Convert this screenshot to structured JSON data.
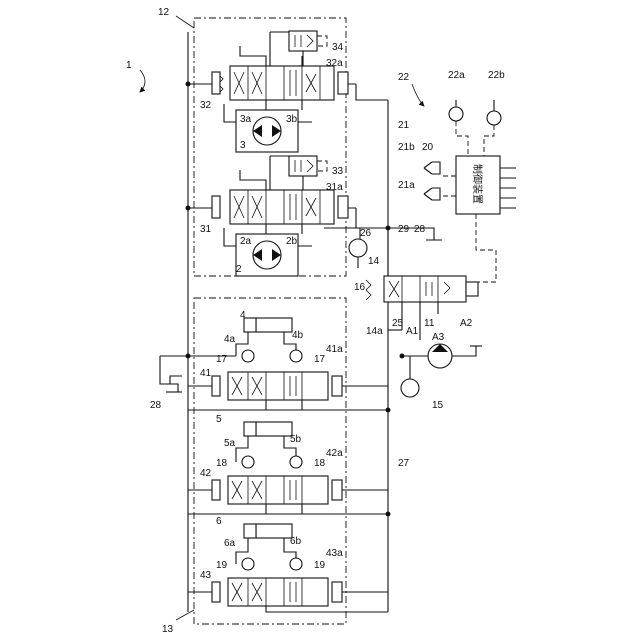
{
  "labels": {
    "system": "1",
    "upper_block": "12",
    "lower_block": "13",
    "controller_group": "22",
    "lever_a": "22a",
    "lever_b": "22b",
    "controller_id": "20",
    "controller_text": "制御装置",
    "sensor_group": "21",
    "sensor_a": "21a",
    "sensor_b": "21b",
    "pilot_valve": "14",
    "pilot_valve_port": "14a",
    "line_25": "25",
    "line_26": "26",
    "line_27": "27",
    "line_29": "29",
    "tank_28a": "28",
    "tank_28b": "28",
    "port_a1": "A1",
    "port_a2": "A2",
    "port_a3": "A3",
    "pilot_pump": "11",
    "accumulator_16": "16",
    "accumulator_15": "15",
    "pump_3": "3",
    "pump_3a": "3a",
    "pump_3b": "3b",
    "pump_2": "2",
    "pump_2a": "2a",
    "pump_2b": "2b",
    "valve_32": "32",
    "valve_32a": "32a",
    "valve_34": "34",
    "valve_31": "31",
    "valve_31a": "31a",
    "valve_33": "33",
    "cyl_4": "4",
    "cyl_4a": "4a",
    "cyl_4b": "4b",
    "valve_41": "41",
    "valve_41a": "41a",
    "check_17a": "17",
    "check_17b": "17",
    "cyl_5": "5",
    "cyl_5a": "5a",
    "cyl_5b": "5b",
    "valve_42": "42",
    "valve_42a": "42a",
    "check_18a": "18",
    "check_18b": "18",
    "cyl_6": "6",
    "cyl_6a": "6a",
    "cyl_6b": "6b",
    "valve_43": "43",
    "valve_43a": "43a",
    "check_19a": "19",
    "check_19b": "19"
  }
}
